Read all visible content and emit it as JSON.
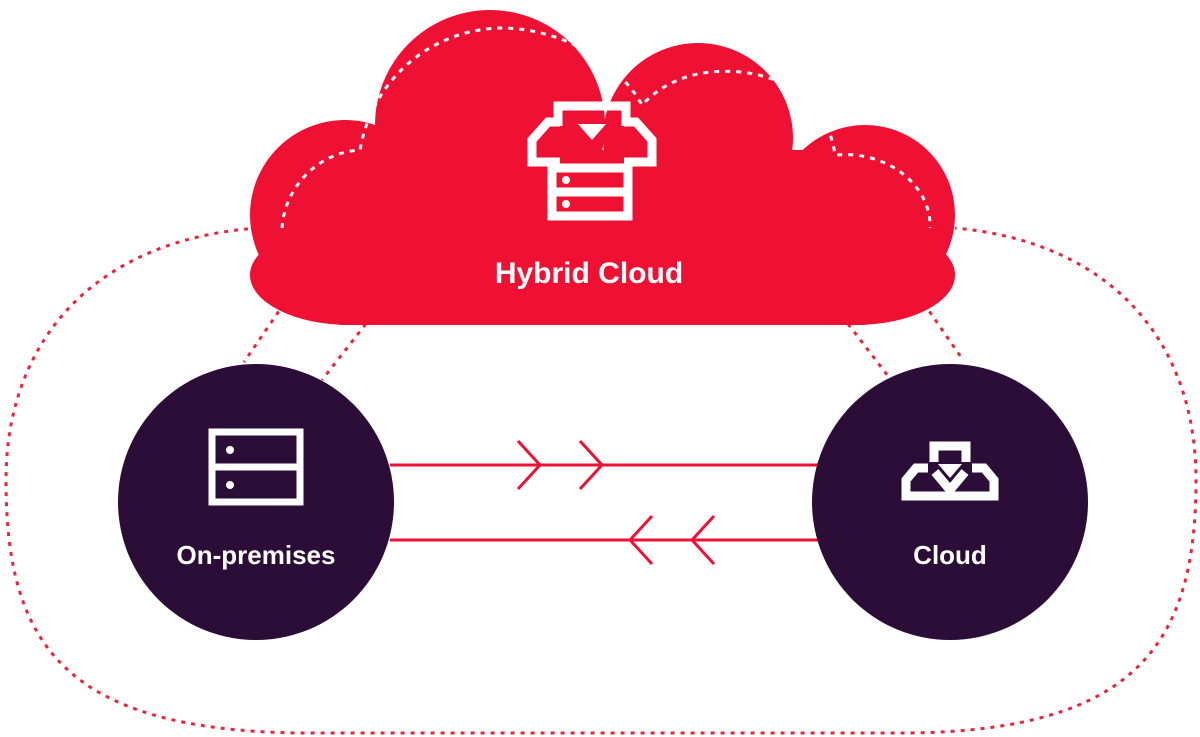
{
  "hybrid_cloud": {
    "label": "Hybrid Cloud",
    "icon": "cloud-server-icon"
  },
  "on_premises": {
    "label": "On-premises",
    "icon": "server-rack-icon"
  },
  "cloud": {
    "label": "Cloud",
    "icon": "cloud-icon"
  },
  "colors": {
    "accent": "#ee1133",
    "node": "#2b0d37",
    "dashed": "#e8253d",
    "background": "#ffffff"
  }
}
